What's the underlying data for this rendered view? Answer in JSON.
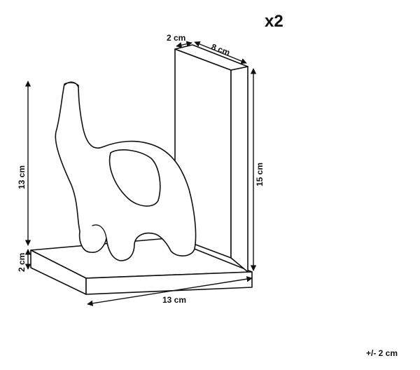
{
  "quantity_label": "x2",
  "tolerance_label": "+/- 2 cm",
  "dimensions": {
    "upright_thickness": "2 cm",
    "upright_depth": "8 cm",
    "upright_height": "15 cm",
    "figure_height": "13 cm",
    "base_thickness": "2 cm",
    "base_width": "13 cm"
  }
}
